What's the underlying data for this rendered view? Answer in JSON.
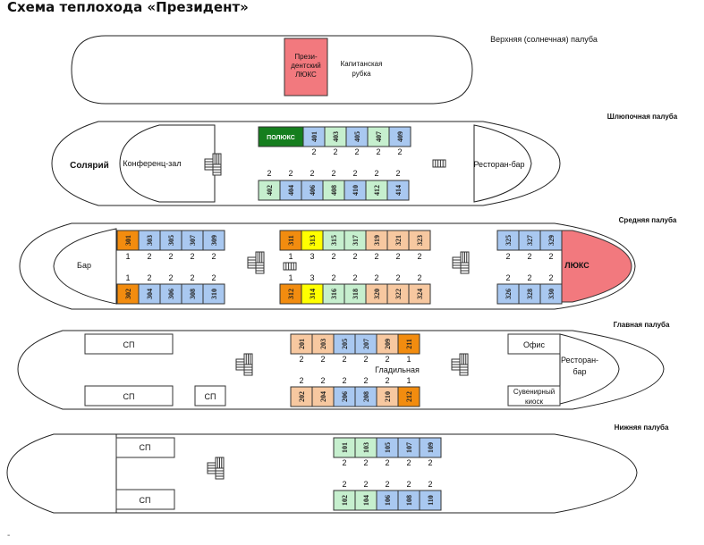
{
  "title": "Схема теплохода «Президент»",
  "corner_mark": "-",
  "colors": {
    "blue": "#A9C8F0",
    "green": "#C6EFCE",
    "orange": "#F28C0F",
    "peach": "#F7C8A0",
    "yellow": "#FFFF00",
    "dark_green": "#157E1E",
    "pink": "#F2797E"
  },
  "decks": {
    "sun": {
      "name": "Верхняя (солнечная) палуба",
      "suite_label": [
        "Прези-",
        "дентский",
        "ЛЮКС"
      ],
      "bridge_label": [
        "Капитанская",
        "рубка"
      ]
    },
    "boat": {
      "name": "Шлюпочная палуба",
      "solarium": "Солярий",
      "conference": "Конференц-зал",
      "restaurant": "Ресторан-бар",
      "top": [
        {
          "n": "ПОЛЮКС",
          "c": "dark_green"
        },
        {
          "n": "401",
          "c": "blue"
        },
        {
          "n": "403",
          "c": "green"
        },
        {
          "n": "405",
          "c": "blue"
        },
        {
          "n": "407",
          "c": "green"
        },
        {
          "n": "409",
          "c": "blue"
        }
      ],
      "top_berths": [
        "2",
        "2",
        "2",
        "2",
        "2"
      ],
      "bottom_berths": [
        "2",
        "2",
        "2",
        "2",
        "2",
        "2",
        "2"
      ],
      "bottom": [
        {
          "n": "402",
          "c": "green"
        },
        {
          "n": "404",
          "c": "blue"
        },
        {
          "n": "406",
          "c": "blue"
        },
        {
          "n": "408",
          "c": "green"
        },
        {
          "n": "410",
          "c": "blue"
        },
        {
          "n": "412",
          "c": "green"
        },
        {
          "n": "414",
          "c": "blue"
        }
      ]
    },
    "middle": {
      "name": "Средняя палуба",
      "bar": "Бар",
      "lux": "ЛЮКС",
      "top_a": [
        {
          "n": "301",
          "c": "orange"
        },
        {
          "n": "303",
          "c": "blue"
        },
        {
          "n": "305",
          "c": "blue"
        },
        {
          "n": "307",
          "c": "blue"
        },
        {
          "n": "309",
          "c": "blue"
        }
      ],
      "top_a_berths": [
        "1",
        "2",
        "2",
        "2",
        "2"
      ],
      "bottom_a_berths": [
        "1",
        "2",
        "2",
        "2",
        "2"
      ],
      "bottom_a": [
        {
          "n": "302",
          "c": "orange"
        },
        {
          "n": "304",
          "c": "blue"
        },
        {
          "n": "306",
          "c": "blue"
        },
        {
          "n": "308",
          "c": "blue"
        },
        {
          "n": "310",
          "c": "blue"
        }
      ],
      "top_b": [
        {
          "n": "311",
          "c": "orange"
        },
        {
          "n": "313",
          "c": "yellow"
        },
        {
          "n": "315",
          "c": "green"
        },
        {
          "n": "317",
          "c": "green"
        },
        {
          "n": "319",
          "c": "peach"
        },
        {
          "n": "321",
          "c": "peach"
        },
        {
          "n": "323",
          "c": "peach"
        }
      ],
      "top_b_berths": [
        "1",
        "3",
        "2",
        "2",
        "2",
        "2",
        "2"
      ],
      "bottom_b_berths": [
        "1",
        "3",
        "2",
        "2",
        "2",
        "2",
        "2"
      ],
      "bottom_b": [
        {
          "n": "312",
          "c": "orange"
        },
        {
          "n": "314",
          "c": "yellow"
        },
        {
          "n": "316",
          "c": "green"
        },
        {
          "n": "318",
          "c": "green"
        },
        {
          "n": "320",
          "c": "peach"
        },
        {
          "n": "322",
          "c": "peach"
        },
        {
          "n": "324",
          "c": "peach"
        }
      ],
      "top_c": [
        {
          "n": "325",
          "c": "blue"
        },
        {
          "n": "327",
          "c": "blue"
        },
        {
          "n": "329",
          "c": "blue"
        }
      ],
      "top_c_berths": [
        "2",
        "2",
        "2"
      ],
      "bottom_c_berths": [
        "2",
        "2",
        "2"
      ],
      "bottom_c": [
        {
          "n": "326",
          "c": "blue"
        },
        {
          "n": "328",
          "c": "blue"
        },
        {
          "n": "330",
          "c": "blue"
        }
      ]
    },
    "main": {
      "name": "Главная палуба",
      "sp": "СП",
      "office": "Офис",
      "restaurant": [
        "Ресторан-",
        "бар"
      ],
      "souvenir": [
        "Сувенирный",
        "киоск"
      ],
      "ironing": "Гладильная",
      "top": [
        {
          "n": "201",
          "c": "peach"
        },
        {
          "n": "203",
          "c": "peach"
        },
        {
          "n": "205",
          "c": "blue"
        },
        {
          "n": "207",
          "c": "blue"
        },
        {
          "n": "209",
          "c": "peach"
        },
        {
          "n": "211",
          "c": "orange"
        }
      ],
      "top_berths": [
        "2",
        "2",
        "2",
        "2",
        "2",
        "1"
      ],
      "bottom_berths": [
        "2",
        "2",
        "2",
        "2",
        "2",
        "1"
      ],
      "bottom": [
        {
          "n": "202",
          "c": "peach"
        },
        {
          "n": "204",
          "c": "peach"
        },
        {
          "n": "206",
          "c": "blue"
        },
        {
          "n": "208",
          "c": "blue"
        },
        {
          "n": "210",
          "c": "peach"
        },
        {
          "n": "212",
          "c": "orange"
        }
      ]
    },
    "lower": {
      "name": "Нижняя палуба",
      "sp": "СП",
      "top": [
        {
          "n": "101",
          "c": "green"
        },
        {
          "n": "103",
          "c": "green"
        },
        {
          "n": "105",
          "c": "blue"
        },
        {
          "n": "107",
          "c": "blue"
        },
        {
          "n": "109",
          "c": "blue"
        }
      ],
      "top_berths": [
        "2",
        "2",
        "2",
        "2",
        "2"
      ],
      "bottom_berths": [
        "2",
        "2",
        "2",
        "2",
        "2"
      ],
      "bottom": [
        {
          "n": "102",
          "c": "green"
        },
        {
          "n": "104",
          "c": "green"
        },
        {
          "n": "106",
          "c": "blue"
        },
        {
          "n": "108",
          "c": "blue"
        },
        {
          "n": "110",
          "c": "blue"
        }
      ]
    }
  }
}
